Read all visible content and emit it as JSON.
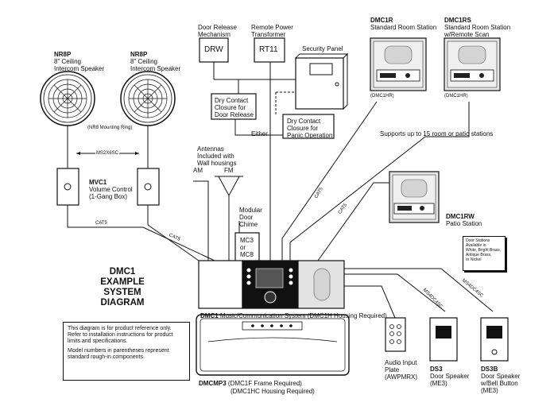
{
  "speakers": {
    "left": {
      "model": "NR8P",
      "desc1": "8\" Ceiling",
      "desc2": "Intercom Speaker"
    },
    "right": {
      "model": "NR8P",
      "desc1": "8\" Ceiling",
      "desc2": "Intercom Speaker"
    },
    "mounting_ring": "(NR8 Mounting Ring)",
    "bracket_label": "MS2X6SC"
  },
  "volume_control": {
    "model": "MVC1",
    "desc1": "Volume Control",
    "desc2": "(1-Gang Box)"
  },
  "door_release": {
    "label1": "Door Release",
    "label2": "Mechanism",
    "box": "DRW"
  },
  "transformer": {
    "label1": "Remote Power",
    "label2": "Transformer",
    "box": "RT11"
  },
  "security_panel": {
    "label": "Security Panel"
  },
  "dry_contact_door": {
    "line1": "Dry Contact",
    "line2": "Closure for",
    "line3": "Door Release"
  },
  "dry_contact_panic": {
    "line1": "Dry Contact",
    "line2": "Closure for",
    "line3": "Panic Operation"
  },
  "either": "Either",
  "antennas": {
    "line1": "Antennas",
    "line2": "Included with",
    "line3": "Wall housings",
    "am": "AM",
    "fm": "FM"
  },
  "chime": {
    "line1": "Modular",
    "line2": "Door",
    "line3": "Chime",
    "box1": "MC3",
    "box2": "or",
    "box3": "MC8"
  },
  "dmc1r": {
    "model": "DMC1R",
    "desc": "Standard Room Station",
    "housing": "(DMC1HR)"
  },
  "dmc1rs": {
    "model": "DMC1RS",
    "desc1": "Standard Room Station",
    "desc2": "w/Remote Scan",
    "housing": "(DMC1HR)"
  },
  "supports": "Supports up to 15 room or patio stations",
  "dmc1rw": {
    "model": "DMC1RW",
    "desc": "Patio Station"
  },
  "finishes": {
    "line1": "Door Stations",
    "line2": "Available in",
    "line3": "White, Bright Brass,",
    "line4": "Antique Brass,",
    "line5": "or Nickel"
  },
  "diagram_title": {
    "line1": "DMC1",
    "line2": "EXAMPLE",
    "line3": "SYSTEM",
    "line4": "DIAGRAM"
  },
  "main_unit": {
    "model": "DMC1",
    "desc": "Music/Communication System (DMC1H Housing Required)"
  },
  "player": {
    "model": "DMCMP3",
    "desc1": "(DMC1F Frame Required)",
    "desc2": "(DMC1HC Housing Required)"
  },
  "audio_plate": {
    "line1": "Audio Input",
    "line2": "Plate",
    "line3": "(AWPMRX)"
  },
  "ds3": {
    "model": "DS3",
    "desc": "Door Speaker",
    "rough": "(ME3)"
  },
  "ds3b": {
    "model": "DS3B",
    "desc1": "Door Speaker",
    "desc2": "w/Bell Button",
    "rough": "(ME3)"
  },
  "wires": {
    "cat5_a": "CAT5",
    "cat5_b": "CAT5",
    "cat5_c": "CAT5",
    "cat5_d": "CAT5",
    "ms4_1": "MS4DC4SC",
    "ms4_2": "MS4DC4SC"
  },
  "note": {
    "p1a": "This diagram is for product reference only.",
    "p1b": "Refer to installation instructions for product",
    "p1c": "limits and specifications.",
    "p2a": "Model numbers in parentheses represent",
    "p2b": "standard rough-in components."
  }
}
